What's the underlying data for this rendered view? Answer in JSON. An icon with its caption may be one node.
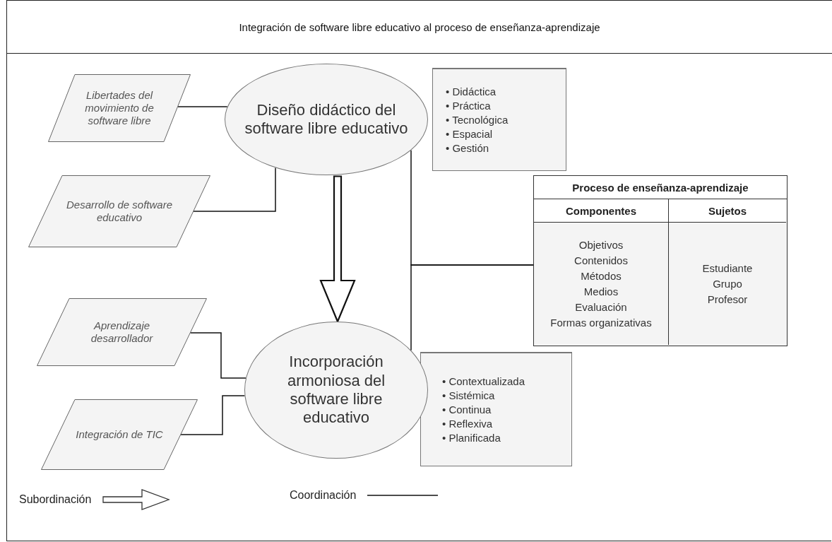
{
  "diagram": {
    "title": "Integración de software libre educativo al proceso de enseñanza-aprendizaje",
    "nodes": [
      {
        "text": [
          "Libertades del movimiento de software libre"
        ]
      },
      {
        "text": [
          "Desarrollo de software educativo"
        ]
      },
      {
        "text": [
          "Diseño didáctico del software libre educativo"
        ]
      },
      {
        "text": [
          "• Didáctica",
          "• Práctica",
          "• Tecnológica",
          "• Espacial",
          "• Gestión"
        ]
      },
      {
        "text": [
          "Aprendizaje desarrollador"
        ]
      },
      {
        "text": [
          "Integración de TIC"
        ]
      },
      {
        "text": [
          "Incorporación armoniosa del software libre educativo"
        ]
      },
      {
        "text": [
          "• Contextualizada",
          "• Sistémica",
          "• Continua",
          "• Reflexiva",
          "• Planificada"
        ]
      },
      {
        "text": [
          "Proceso de enseñanza-aprendizaje"
        ]
      },
      {
        "text": [
          "Componentes"
        ],
        "in": 8
      },
      {
        "text": [
          "Sujetos"
        ],
        "in": 8
      },
      {
        "text": [
          "Objetivos",
          "Contenidos",
          "Métodos",
          "Medios",
          "Evaluación",
          "Formas organizativas"
        ],
        "in": 8
      },
      {
        "text": [
          "Estudiante",
          "Grupo",
          "Profesor"
        ],
        "in": 8
      }
    ],
    "edges": [
      {
        "from": 0,
        "to": 2,
        "arrow": "none"
      },
      {
        "from": 1,
        "to": 2,
        "arrow": "none"
      },
      {
        "from": 2,
        "to": 6,
        "arrow": "to",
        "style": "thick"
      },
      {
        "from": 4,
        "to": 6,
        "arrow": "none"
      },
      {
        "from": 5,
        "to": 6,
        "arrow": "none"
      },
      {
        "from": 2,
        "to": 8,
        "arrow": "none"
      },
      {
        "from": 6,
        "to": 8,
        "arrow": "none"
      }
    ],
    "legend": [
      {
        "text": "Subordinación"
      },
      {
        "text": "Coordinación"
      }
    ]
  }
}
